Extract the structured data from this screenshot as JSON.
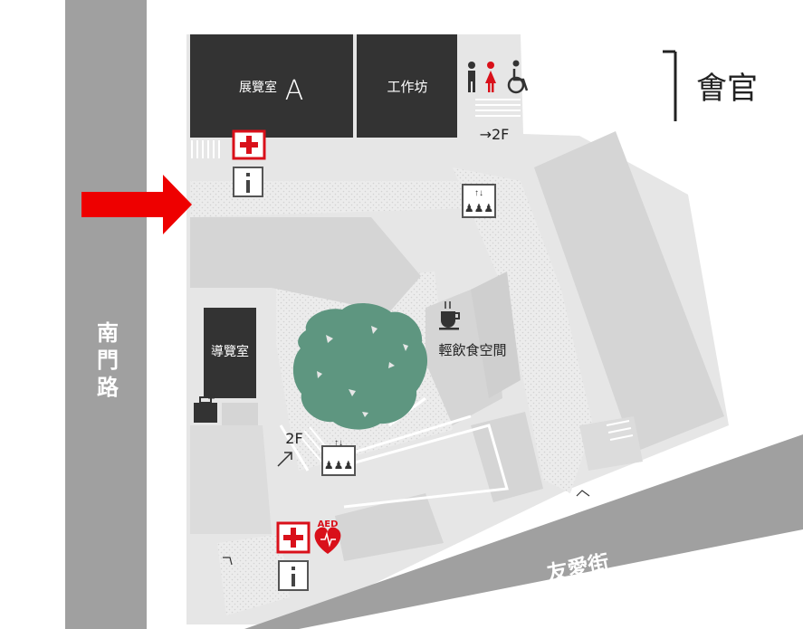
{
  "map": {
    "streets": {
      "west": "南門路",
      "south": "友愛街"
    },
    "rooms": {
      "exhibition_a": "展覽室",
      "exhibition_a_letter": "A",
      "workshop": "工作坊",
      "guide_room": "導覽室",
      "cafe": "輕飲食空間"
    },
    "floor_labels": {
      "north": "→2F",
      "center": "2F"
    },
    "logo_text": "㑹官",
    "aed_label": "AED",
    "icons": [
      "first-aid-icon",
      "info-icon",
      "elevator-icon",
      "restroom-icon",
      "wheelchair-icon",
      "coffee-cup-icon",
      "luggage-icon",
      "aed-heart-icon",
      "entrance-arrow-icon",
      "stair-arrow-icon"
    ],
    "colors": {
      "building_dark": "#333333",
      "road": "#a0a0a0",
      "floor": "#e5e5e5",
      "block": "#d6d6d6",
      "tree": "#5e9680",
      "entrance_arrow": "#ee0000",
      "first_aid": "#d9101a"
    }
  }
}
